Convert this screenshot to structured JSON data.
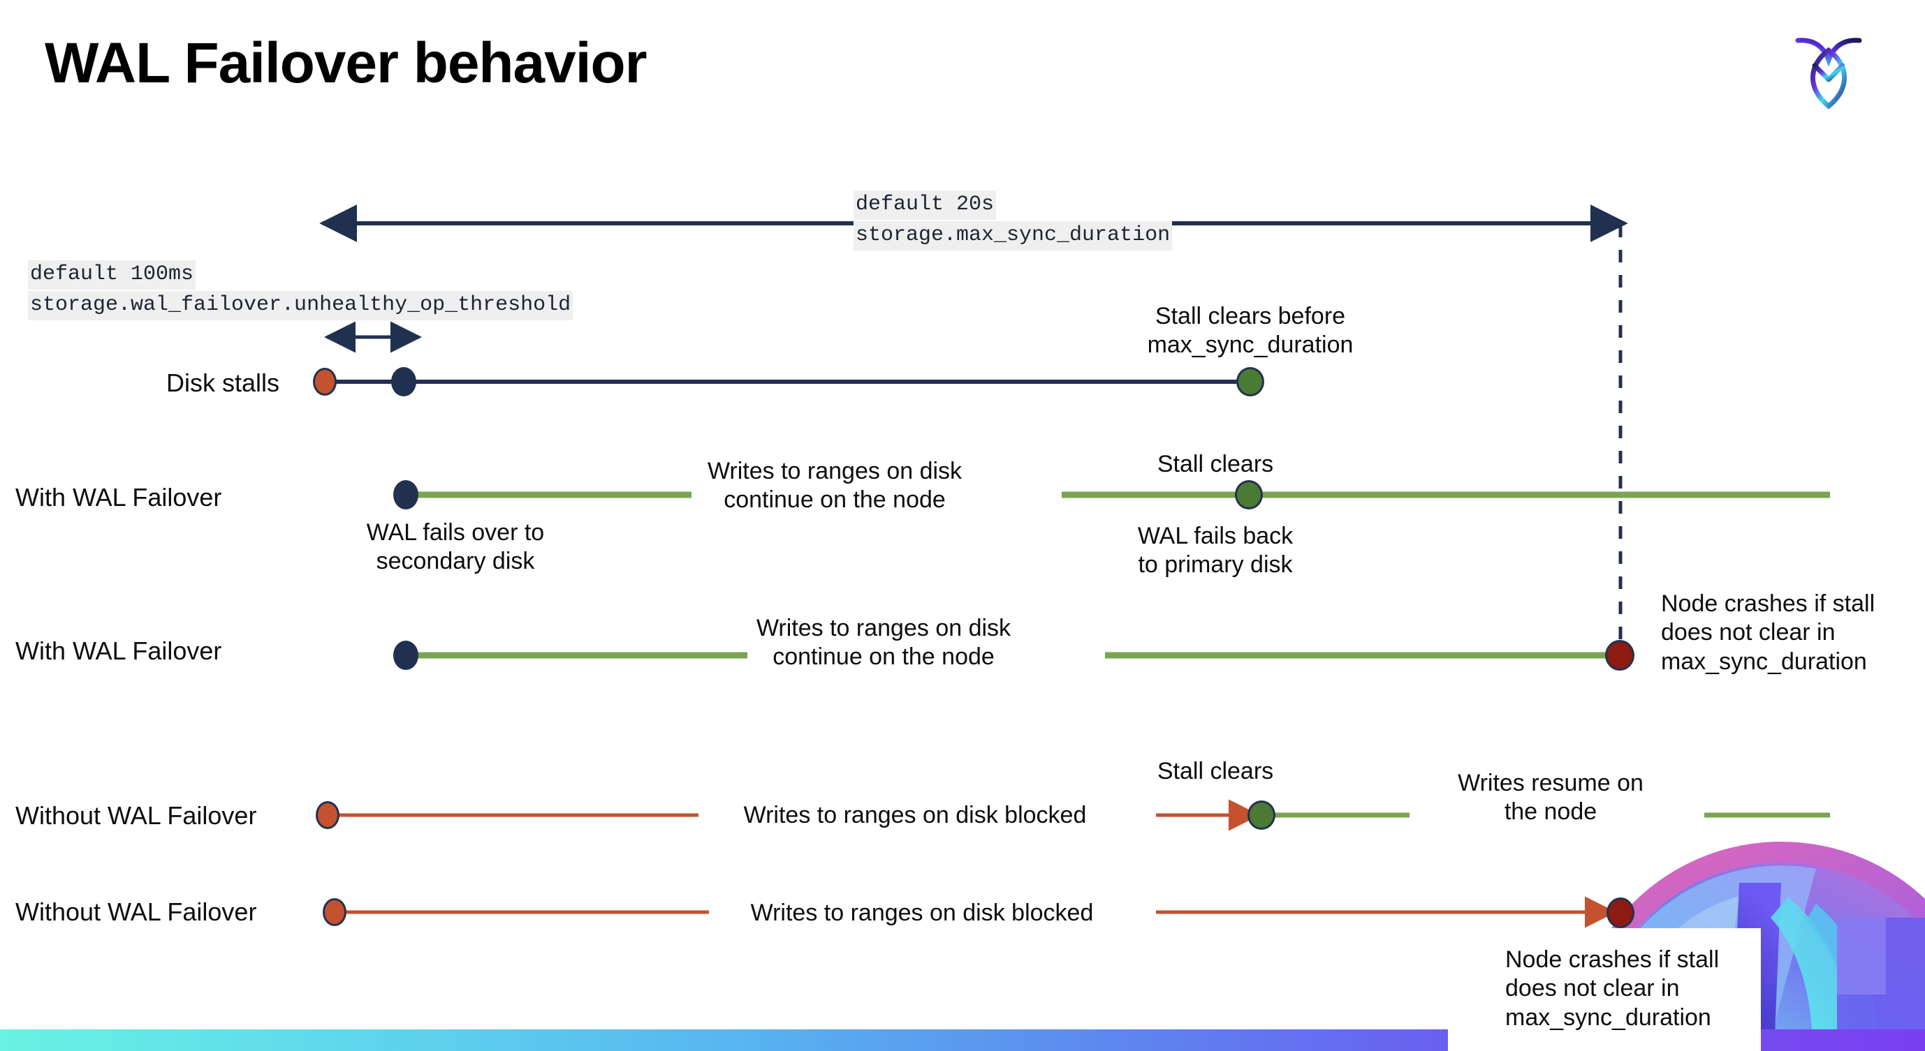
{
  "slide": {
    "title": "WAL Failover behavior",
    "logo_name": "cockroachdb-logo"
  },
  "settings": [
    {
      "id": "max-sync-duration",
      "default_line": "default 20s",
      "name_line": "storage.max_sync_duration"
    },
    {
      "id": "unhealthy-op-threshold",
      "default_line": "default 100ms",
      "name_line": "storage.wal_failover.unhealthy_op_threshold"
    }
  ],
  "rows": [
    {
      "id": "disk-stalls",
      "label": "Disk stalls",
      "annotations": [
        "Stall clears before\nmax_sync_duration"
      ]
    },
    {
      "id": "with-wal-failover-clears",
      "label": "With WAL Failover",
      "annotations": [
        "WAL fails over to\nsecondary disk",
        "Writes to ranges on disk\ncontinue on the node",
        "Stall clears",
        "WAL fails  back\nto primary disk"
      ]
    },
    {
      "id": "with-wal-failover-crash",
      "label": "With WAL Failover",
      "annotations": [
        "Writes to ranges on disk\ncontinue on the node",
        "Node crashes if stall\ndoes not clear in\nmax_sync_duration"
      ]
    },
    {
      "id": "without-wal-failover-clears",
      "label": "Without WAL Failover",
      "annotations": [
        "Writes to ranges on disk  blocked",
        "Stall clears",
        "Writes resume on\nthe node"
      ]
    },
    {
      "id": "without-wal-failover-crash",
      "label": "Without WAL Failover",
      "annotations": [
        "Writes to ranges on disk  blocked",
        "Node crashes if stall\ndoes not clear in\nmax_sync_duration"
      ]
    }
  ],
  "markers": {
    "stall-start": "orange",
    "failover": "navy",
    "stall-clear": "green",
    "node-crash": "darkred"
  },
  "colors": {
    "navy": "#20314f",
    "orange": "#c4522e",
    "green": "#7aa453",
    "green_dot": "#4a7a33",
    "dark_red": "#8e1b12",
    "code_bg": "#efefef",
    "text": "#0d0d0d"
  }
}
